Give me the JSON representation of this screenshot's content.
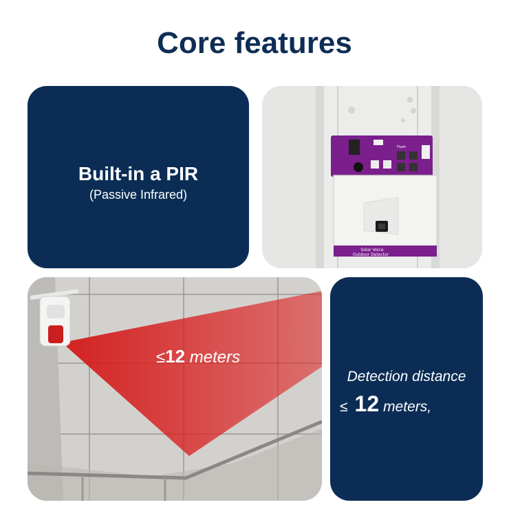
{
  "title": "Core features",
  "pir_card": {
    "heading": "Built-in a PIR",
    "subheading": "(Passive Infrared)"
  },
  "device_photo": {
    "board_top_label": "Flash",
    "board_label_line1": "Solar Voice",
    "board_label_line2": "Outdoor Detector"
  },
  "scene": {
    "symbol": "≤",
    "number": "12",
    "unit": " meters"
  },
  "distance_card": {
    "line1": "Detection distance",
    "symbol": "≤",
    "number": "12",
    "unit": "meters,"
  },
  "colors": {
    "navy": "#0b2d55",
    "title": "#0e2d55",
    "beam": "#d81e1e",
    "pcb": "#7a1f8c"
  }
}
